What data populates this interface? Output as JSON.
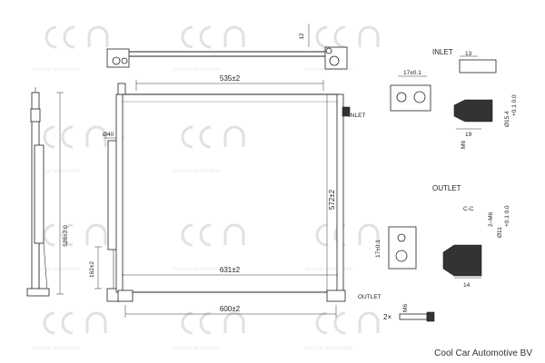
{
  "watermark": {
    "text": "cool car automotive",
    "logo": "cca"
  },
  "labels": {
    "inlet_main": "INLET",
    "outlet_main": "OUTLET",
    "inlet_detail": "INLET",
    "outlet_detail": "OUTLET",
    "cut": "C-C",
    "fastener_qty": "2×"
  },
  "dimensions": {
    "top_height": "12",
    "top_width": "535±2",
    "core_height": "572±2",
    "core_width": "631±2",
    "bottom_width": "600±2",
    "dryer_dia": "Ø40",
    "dryer_height": "162±2",
    "side_height": "526±2.0",
    "inlet_w": "17±0.1",
    "inlet_13": "13",
    "inlet_19": "19",
    "inlet_m6": "M6",
    "inlet_bore": "Ø15.4",
    "inlet_tol": "+0.1 0.0",
    "outlet_17": "17±0.1",
    "outlet_14": "14",
    "outlet_m6": "2–M6",
    "outlet_bore": "Ø11",
    "outlet_tol": "+0.1 0.0",
    "bolt_m6": "M6"
  },
  "footer": {
    "company": "Cool Car Automotive BV"
  }
}
